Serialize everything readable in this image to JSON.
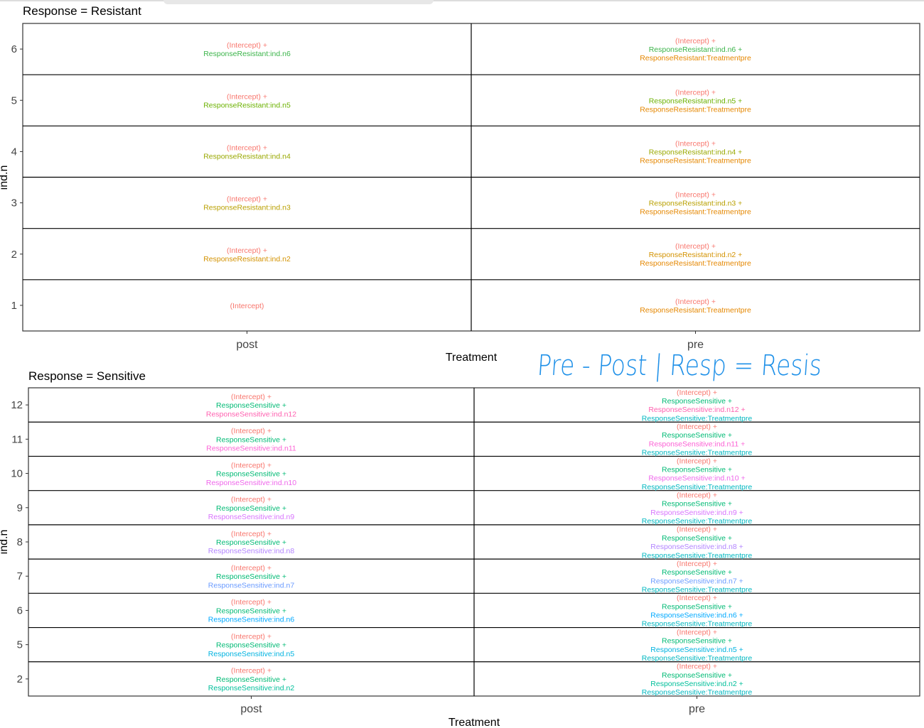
{
  "chart_data": [
    {
      "type": "table",
      "title": "Response = Resistant",
      "xlabel": "Treatment",
      "ylabel": "ind.n",
      "columns": [
        "post",
        "pre"
      ],
      "rows": [
        "6",
        "5",
        "4",
        "3",
        "2",
        "1"
      ],
      "cells": [
        [
          [
            {
              "text": "(Intercept) +",
              "color": "#F8766D"
            },
            {
              "text": "ResponseResistant:ind.n6",
              "color": "#3BB44A"
            }
          ],
          [
            {
              "text": "(Intercept) +",
              "color": "#F8766D"
            },
            {
              "text": "ResponseResistant:ind.n6 +",
              "color": "#3BB44A"
            },
            {
              "text": "ResponseResistant:Treatmentpre",
              "color": "#E58700"
            }
          ]
        ],
        [
          [
            {
              "text": "(Intercept) +",
              "color": "#F8766D"
            },
            {
              "text": "ResponseResistant:ind.n5",
              "color": "#6BB100"
            }
          ],
          [
            {
              "text": "(Intercept) +",
              "color": "#F8766D"
            },
            {
              "text": "ResponseResistant:ind.n5 +",
              "color": "#6BB100"
            },
            {
              "text": "ResponseResistant:Treatmentpre",
              "color": "#E58700"
            }
          ]
        ],
        [
          [
            {
              "text": "(Intercept) +",
              "color": "#F8766D"
            },
            {
              "text": "ResponseResistant:ind.n4",
              "color": "#99A800"
            }
          ],
          [
            {
              "text": "(Intercept) +",
              "color": "#F8766D"
            },
            {
              "text": "ResponseResistant:ind.n4 +",
              "color": "#99A800"
            },
            {
              "text": "ResponseResistant:Treatmentpre",
              "color": "#E58700"
            }
          ]
        ],
        [
          [
            {
              "text": "(Intercept) +",
              "color": "#F8766D"
            },
            {
              "text": "ResponseResistant:ind.n3",
              "color": "#B9A000"
            }
          ],
          [
            {
              "text": "(Intercept) +",
              "color": "#F8766D"
            },
            {
              "text": "ResponseResistant:ind.n3 +",
              "color": "#B9A000"
            },
            {
              "text": "ResponseResistant:Treatmentpre",
              "color": "#E58700"
            }
          ]
        ],
        [
          [
            {
              "text": "(Intercept) +",
              "color": "#F8766D"
            },
            {
              "text": "ResponseResistant:ind.n2",
              "color": "#D39200"
            }
          ],
          [
            {
              "text": "(Intercept) +",
              "color": "#F8766D"
            },
            {
              "text": "ResponseResistant:ind.n2 +",
              "color": "#D39200"
            },
            {
              "text": "ResponseResistant:Treatmentpre",
              "color": "#E58700"
            }
          ]
        ],
        [
          [
            {
              "text": "(Intercept)",
              "color": "#F8766D"
            }
          ],
          [
            {
              "text": "(Intercept) +",
              "color": "#F8766D"
            },
            {
              "text": "ResponseResistant:Treatmentpre",
              "color": "#E58700"
            }
          ]
        ]
      ]
    },
    {
      "type": "table",
      "title": "Response = Sensitive",
      "xlabel": "Treatment",
      "ylabel": "ind.n",
      "columns": [
        "post",
        "pre"
      ],
      "rows": [
        "12",
        "11",
        "10",
        "9",
        "8",
        "7",
        "6",
        "5",
        "2"
      ],
      "cells": [
        [
          [
            {
              "text": "(Intercept) +",
              "color": "#F8766D"
            },
            {
              "text": "ResponseSensitive +",
              "color": "#00BA74"
            },
            {
              "text": "ResponseSensitive:ind.n12",
              "color": "#FF61B0"
            }
          ],
          [
            {
              "text": "(Intercept) +",
              "color": "#F8766D"
            },
            {
              "text": "ResponseSensitive +",
              "color": "#00BA74"
            },
            {
              "text": "ResponseSensitive:ind.n12 +",
              "color": "#FF61B0"
            },
            {
              "text": "ResponseSensitive:Treatmentpre",
              "color": "#00B7C0"
            }
          ]
        ],
        [
          [
            {
              "text": "(Intercept) +",
              "color": "#F8766D"
            },
            {
              "text": "ResponseSensitive +",
              "color": "#00BA74"
            },
            {
              "text": "ResponseSensitive:ind.n11",
              "color": "#FC61D5"
            }
          ],
          [
            {
              "text": "(Intercept) +",
              "color": "#F8766D"
            },
            {
              "text": "ResponseSensitive +",
              "color": "#00BA74"
            },
            {
              "text": "ResponseSensitive:ind.n11 +",
              "color": "#FC61D5"
            },
            {
              "text": "ResponseSensitive:Treatmentpre",
              "color": "#00B7C0"
            }
          ]
        ],
        [
          [
            {
              "text": "(Intercept) +",
              "color": "#F8766D"
            },
            {
              "text": "ResponseSensitive +",
              "color": "#00BA74"
            },
            {
              "text": "ResponseSensitive:ind.n10",
              "color": "#EF67EB"
            }
          ],
          [
            {
              "text": "(Intercept) +",
              "color": "#F8766D"
            },
            {
              "text": "ResponseSensitive +",
              "color": "#00BA74"
            },
            {
              "text": "ResponseSensitive:ind.n10 +",
              "color": "#EF67EB"
            },
            {
              "text": "ResponseSensitive:Treatmentpre",
              "color": "#00B7C0"
            }
          ]
        ],
        [
          [
            {
              "text": "(Intercept) +",
              "color": "#F8766D"
            },
            {
              "text": "ResponseSensitive +",
              "color": "#00BA74"
            },
            {
              "text": "ResponseSensitive:ind.n9",
              "color": "#D874FD"
            }
          ],
          [
            {
              "text": "(Intercept) +",
              "color": "#F8766D"
            },
            {
              "text": "ResponseSensitive +",
              "color": "#00BA74"
            },
            {
              "text": "ResponseSensitive:ind.n9 +",
              "color": "#D874FD"
            },
            {
              "text": "ResponseSensitive:Treatmentpre",
              "color": "#00B7C0"
            }
          ]
        ],
        [
          [
            {
              "text": "(Intercept) +",
              "color": "#F8766D"
            },
            {
              "text": "ResponseSensitive +",
              "color": "#00BA74"
            },
            {
              "text": "ResponseSensitive:ind.n8",
              "color": "#B385FF"
            }
          ],
          [
            {
              "text": "(Intercept) +",
              "color": "#F8766D"
            },
            {
              "text": "ResponseSensitive +",
              "color": "#00BA74"
            },
            {
              "text": "ResponseSensitive:ind.n8 +",
              "color": "#B385FF"
            },
            {
              "text": "ResponseSensitive:Treatmentpre",
              "color": "#00B7C0"
            }
          ]
        ],
        [
          [
            {
              "text": "(Intercept) +",
              "color": "#F8766D"
            },
            {
              "text": "ResponseSensitive +",
              "color": "#00BA74"
            },
            {
              "text": "ResponseSensitive:ind.n7",
              "color": "#6A9BFF"
            }
          ],
          [
            {
              "text": "(Intercept) +",
              "color": "#F8766D"
            },
            {
              "text": "ResponseSensitive +",
              "color": "#00BA74"
            },
            {
              "text": "ResponseSensitive:ind.n7 +",
              "color": "#6A9BFF"
            },
            {
              "text": "ResponseSensitive:Treatmentpre",
              "color": "#00B7C0"
            }
          ]
        ],
        [
          [
            {
              "text": "(Intercept) +",
              "color": "#F8766D"
            },
            {
              "text": "ResponseSensitive +",
              "color": "#00BA74"
            },
            {
              "text": "ResponseSensitive:ind.n6",
              "color": "#00A9FF"
            }
          ],
          [
            {
              "text": "(Intercept) +",
              "color": "#F8766D"
            },
            {
              "text": "ResponseSensitive +",
              "color": "#00BA74"
            },
            {
              "text": "ResponseSensitive:ind.n6 +",
              "color": "#00A9FF"
            },
            {
              "text": "ResponseSensitive:Treatmentpre",
              "color": "#00B7C0"
            }
          ]
        ],
        [
          [
            {
              "text": "(Intercept) +",
              "color": "#F8766D"
            },
            {
              "text": "ResponseSensitive +",
              "color": "#00BA74"
            },
            {
              "text": "ResponseSensitive:ind.n5",
              "color": "#00B3E0"
            }
          ],
          [
            {
              "text": "(Intercept) +",
              "color": "#F8766D"
            },
            {
              "text": "ResponseSensitive +",
              "color": "#00BA74"
            },
            {
              "text": "ResponseSensitive:ind.n5 +",
              "color": "#00B3E0"
            },
            {
              "text": "ResponseSensitive:Treatmentpre",
              "color": "#00B7C0"
            }
          ]
        ],
        [
          [
            {
              "text": "(Intercept) +",
              "color": "#F8766D"
            },
            {
              "text": "ResponseSensitive +",
              "color": "#00BA74"
            },
            {
              "text": "ResponseSensitive:ind.n2",
              "color": "#00BF9A"
            }
          ],
          [
            {
              "text": "(Intercept) +",
              "color": "#F8766D"
            },
            {
              "text": "ResponseSensitive +",
              "color": "#00BA74"
            },
            {
              "text": "ResponseSensitive:ind.n2 +",
              "color": "#00BF9A"
            },
            {
              "text": "ResponseSensitive:Treatmentpre",
              "color": "#00B7C0"
            }
          ]
        ]
      ]
    }
  ],
  "annotation": {
    "text": "Pre - Post | Resp = Resis",
    "color": "#1E90E8"
  }
}
